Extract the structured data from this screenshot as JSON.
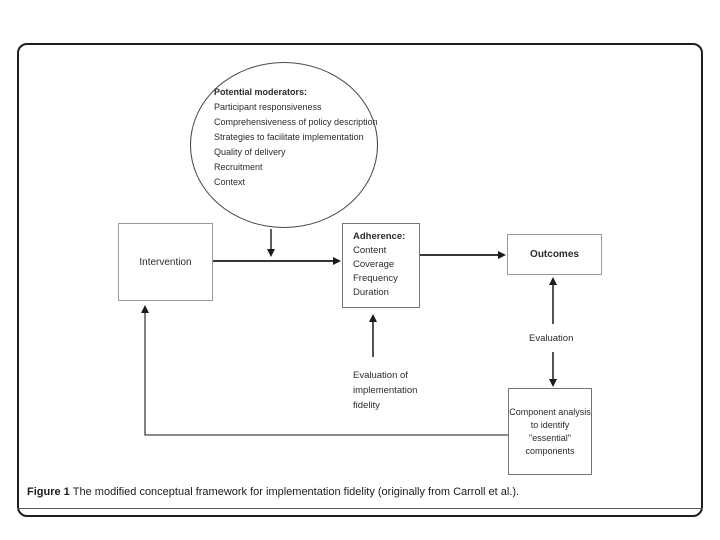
{
  "colors": {
    "frame_border": "#1f1f1f",
    "box_border_light": "#9a9a9a",
    "box_border_dark": "#747474",
    "arrow": "#1a1a1a",
    "text": "#2b2b2b"
  },
  "diagram": {
    "moderators": {
      "title": "Potential moderators:",
      "items": [
        "Participant responsiveness",
        "Comprehensiveness of policy description",
        "Strategies to facilitate implementation",
        "Quality of delivery",
        "Recruitment",
        "Context"
      ]
    },
    "intervention_label": "Intervention",
    "adherence": {
      "title": "Adherence:",
      "items": [
        "Content",
        "Coverage",
        "Frequency",
        "Duration"
      ]
    },
    "outcomes_label": "Outcomes",
    "component_analysis_lines": [
      "Component analysis",
      "to identify",
      "\"essential\" components"
    ],
    "evaluation_fidelity_lines": [
      "Evaluation of",
      "implementation",
      "fidelity"
    ],
    "evaluation_label": "Evaluation"
  },
  "caption": {
    "label": "Figure 1",
    "text": "The modified conceptual framework for implementation fidelity (originally from Carroll et al.)."
  }
}
